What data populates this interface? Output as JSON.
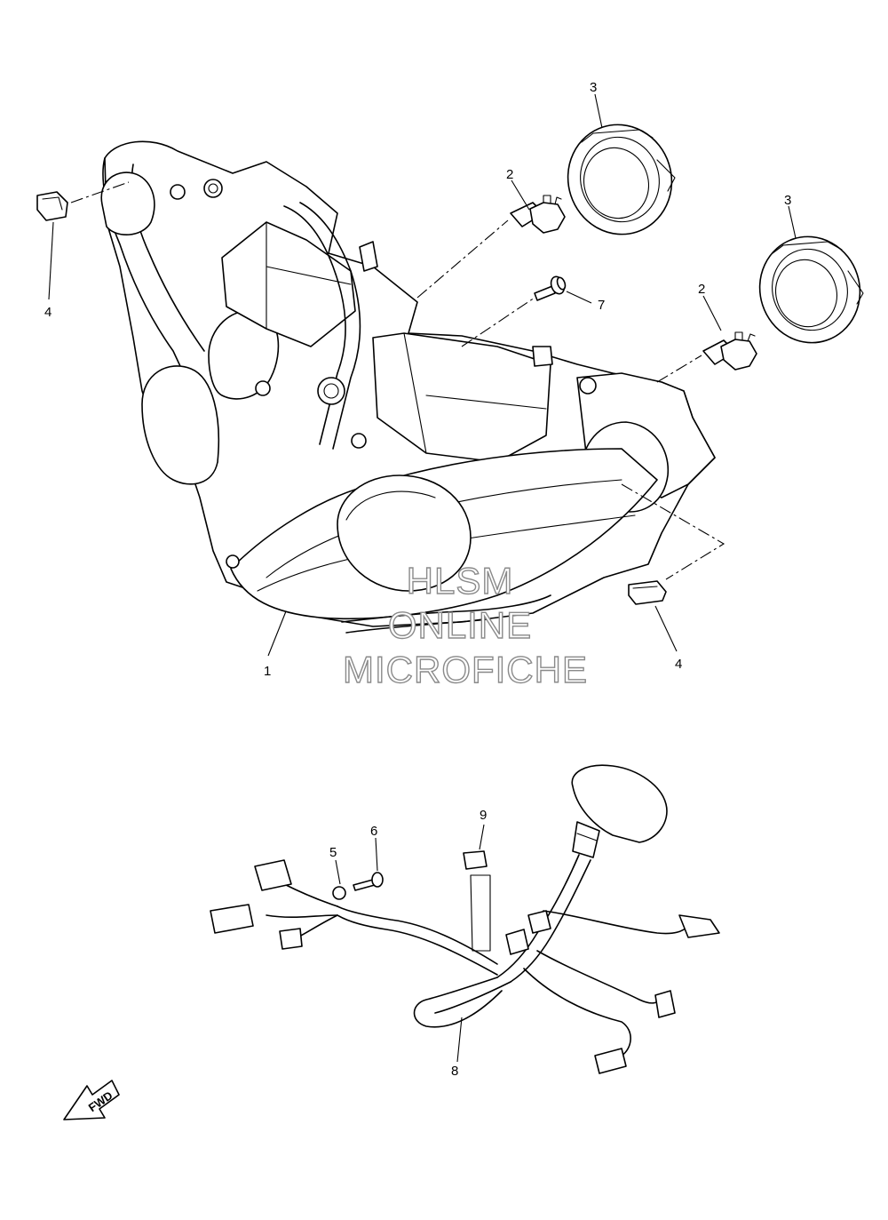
{
  "watermark": {
    "line1": "HLSM",
    "line2": "ONLINE",
    "line3": "MICROFICHE"
  },
  "fwd_label": "FWD",
  "callouts": {
    "headlight_assy": "1",
    "bulb_left": "2",
    "bulb_right": "2",
    "socket_cover_left": "3",
    "socket_cover_right": "3",
    "clip_left": "4",
    "clip_right": "4",
    "collar": "5",
    "screw_6": "6",
    "screw_7": "7",
    "harness": "8",
    "clamp": "9"
  }
}
